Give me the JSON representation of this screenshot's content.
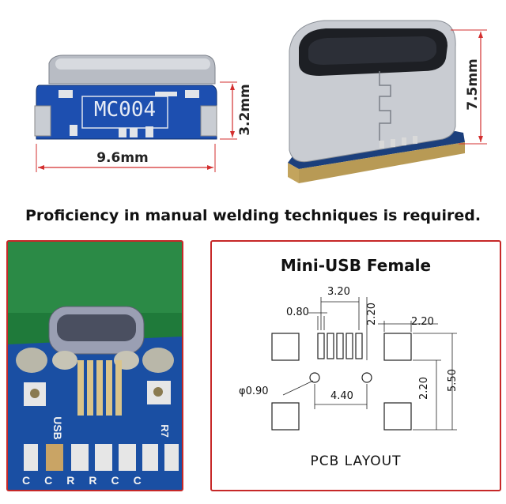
{
  "top_left_part": {
    "marking": "MC004",
    "width_label": "9.6mm",
    "height_label": "3.2mm"
  },
  "top_right_part": {
    "height_label": "7.5mm"
  },
  "caption": "Proficiency in manual welding techniques is required.",
  "photo_board": {
    "silkscreen_usb": "USB",
    "silkscreen_r7": "R7",
    "bottom_labels": [
      "C",
      "C",
      "R",
      "R",
      "C",
      "C"
    ]
  },
  "pcb_layout": {
    "title": "Mini-USB Female",
    "dim_320": "3.20",
    "dim_080": "0.80",
    "dim_220_top": "2.20",
    "dim_220_right": "2.20",
    "dim_220_side": "2.20",
    "dim_550": "5.50",
    "dim_hole": "φ0.90",
    "dim_440": "4.40",
    "footer": "PCB LAYOUT"
  },
  "colors": {
    "frame": "#c62828",
    "dimension_line": "#d32f2f",
    "pcb_blue": "#1a4fa3",
    "pcb_green": "#1f7a3a"
  }
}
